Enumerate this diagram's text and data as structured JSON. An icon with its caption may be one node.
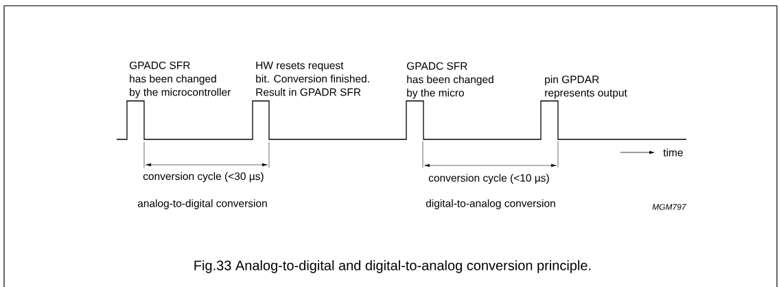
{
  "diagram": {
    "caption": "Fig.33 Analog-to-digital and digital-to-analog conversion principle.",
    "labels": [
      "GPADC SFR has been changed by the microcontroller",
      "HW resets request bit. Conversion finished. Result in GPADR SFR",
      "GPADC SFR has been changed by the micro",
      "pin GPDAR represents output",
      "time",
      "conversion cycle (<30 µs)",
      "conversion cycle (<10 µs)",
      "analog-to-digital conversion",
      "digital-to-analog conversion",
      "MGM797"
    ]
  }
}
